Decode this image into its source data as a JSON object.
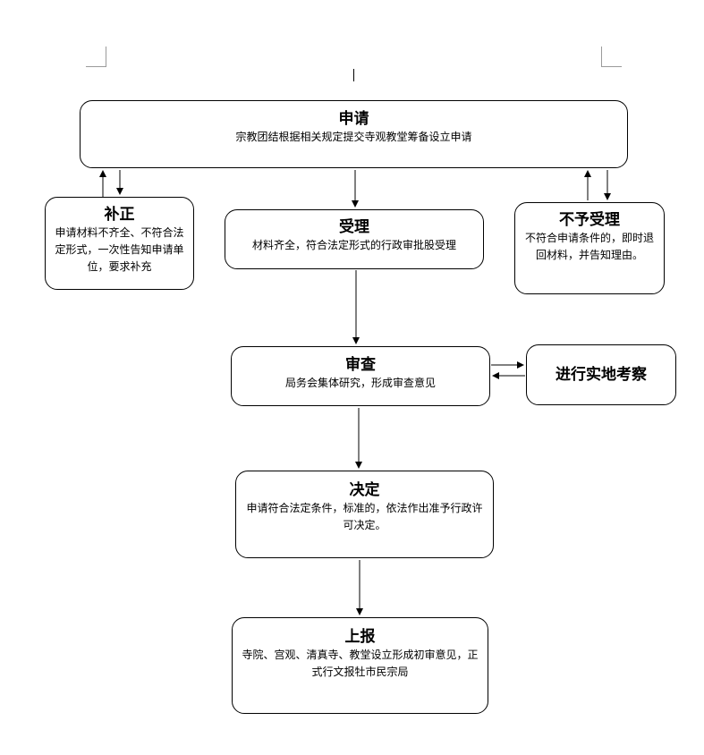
{
  "nodes": {
    "apply": {
      "title": "申请",
      "body": "宗教团结根据相关规定提交寺观教堂筹备设立申请"
    },
    "supplement": {
      "title": "补正",
      "body": "申请材料不齐全、不符合法定形式，一次性告知申请单位，要求补充"
    },
    "accept": {
      "title": "受理",
      "body": "材料齐全，符合法定形式的行政审批股受理"
    },
    "reject": {
      "title": "不予受理",
      "body": "不符合申请条件的，即时退回材料，并告知理由。"
    },
    "review": {
      "title": "审查",
      "body": "局务会集体研究，形成审查意见"
    },
    "onsite": {
      "title": "进行实地考察"
    },
    "decision": {
      "title": "决定",
      "body": "申请符合法定条件，标准的，依法作出准予行政许可决定。"
    },
    "report": {
      "title": "上报",
      "body": "寺院、宫观、清真寺、教堂设立形成初审意见，正式行文报牡市民宗局"
    }
  }
}
